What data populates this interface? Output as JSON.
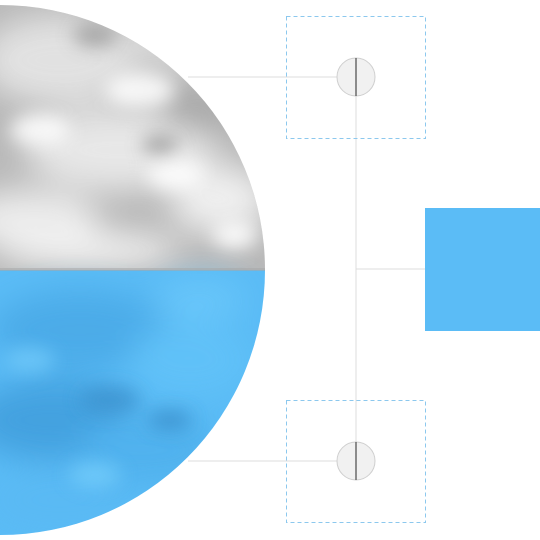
{
  "colors": {
    "background": "#ffffff",
    "accent_blue": "#5bbcf6",
    "accent_blue_dark": "#3e9fdc",
    "cloud_gray": "#b9b9b9",
    "cloud_light": "#efefef",
    "connector_line": "#dcdcdc",
    "dashed_frame": "#8cc8ee",
    "node_fill": "#f1f1f1",
    "node_stroke": "#cfcfcf",
    "node_divider": "#4a4a4a"
  },
  "icons": {
    "globe": "half-gray-half-blue-cloud-sphere",
    "node": "split-circle-node",
    "target": "solid-blue-square"
  }
}
